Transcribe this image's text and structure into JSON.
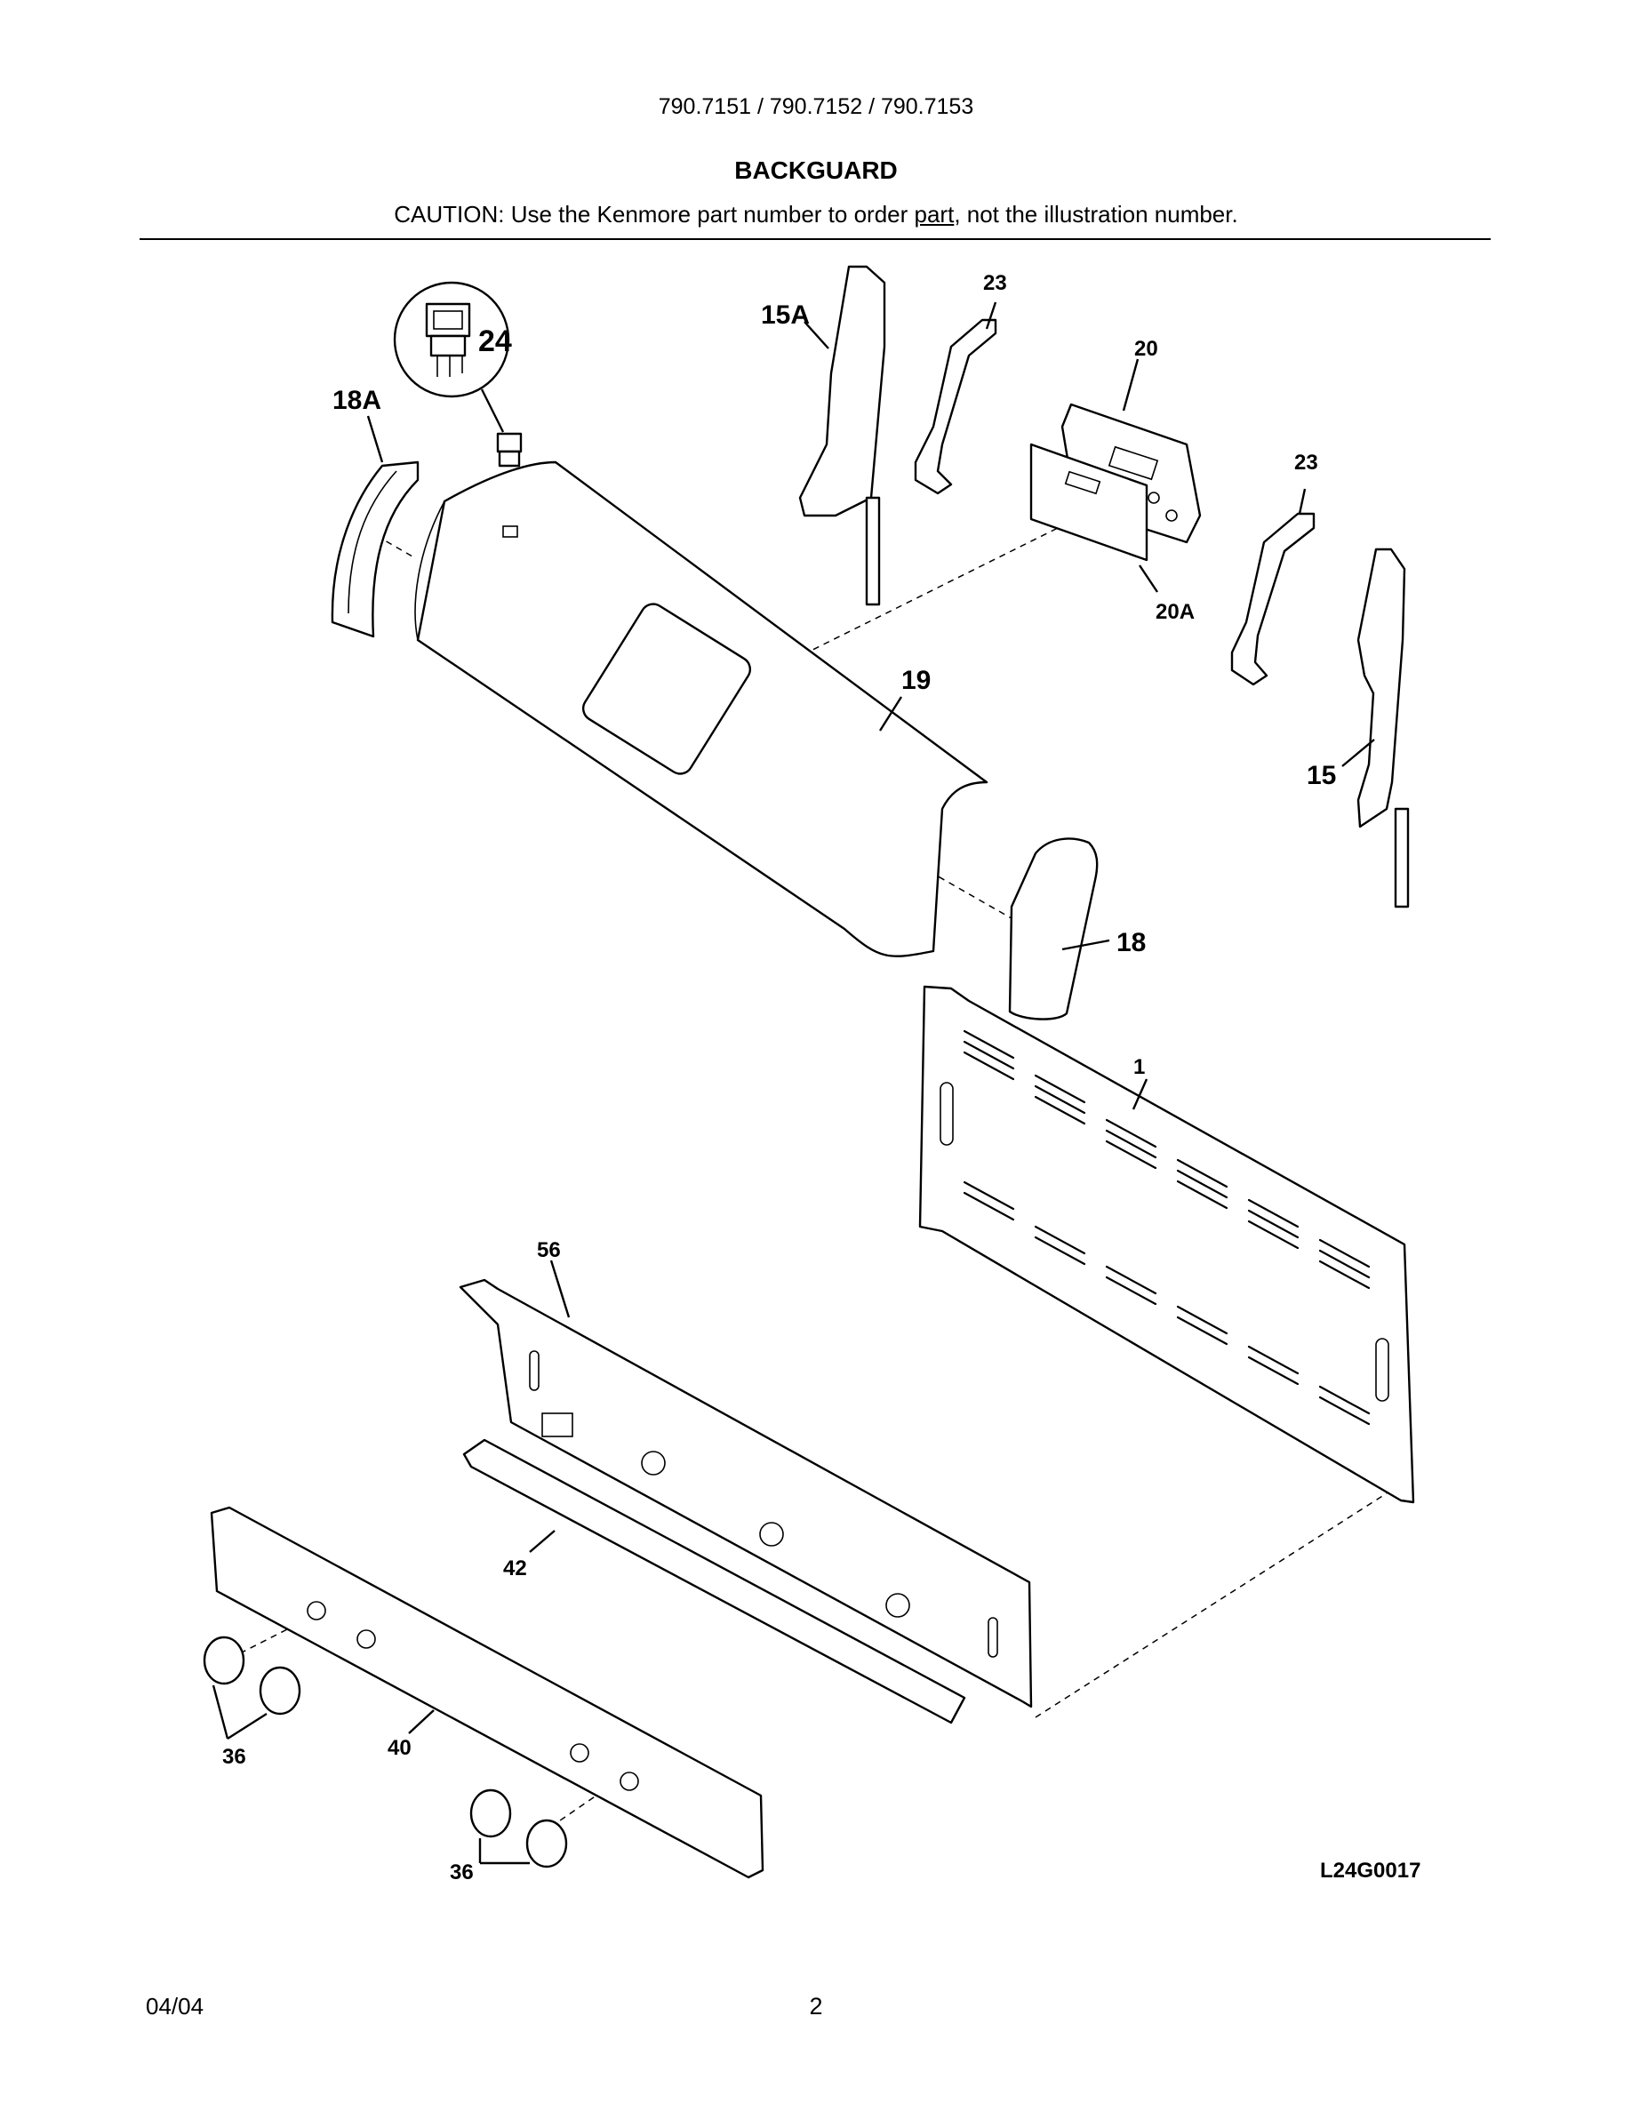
{
  "header": {
    "model_numbers": "790.7151 / 790.7152 / 790.7153",
    "section_title": "BACKGUARD",
    "caution_before": "CAUTION: Use the Kenmore part number to order ",
    "caution_link": "part",
    "caution_after": ", not the illustration number."
  },
  "callouts": {
    "c24": "24",
    "c18A": "18A",
    "c15A": "15A",
    "c23a": "23",
    "c20": "20",
    "c23b": "23",
    "c20A": "20A",
    "c19": "19",
    "c15": "15",
    "c18": "18",
    "c1": "1",
    "c56": "56",
    "c42": "42",
    "c36a": "36",
    "c40": "40",
    "c36b": "36"
  },
  "diagram_code": "L24G0017",
  "footer": {
    "date": "04/04",
    "page_number": "2"
  }
}
